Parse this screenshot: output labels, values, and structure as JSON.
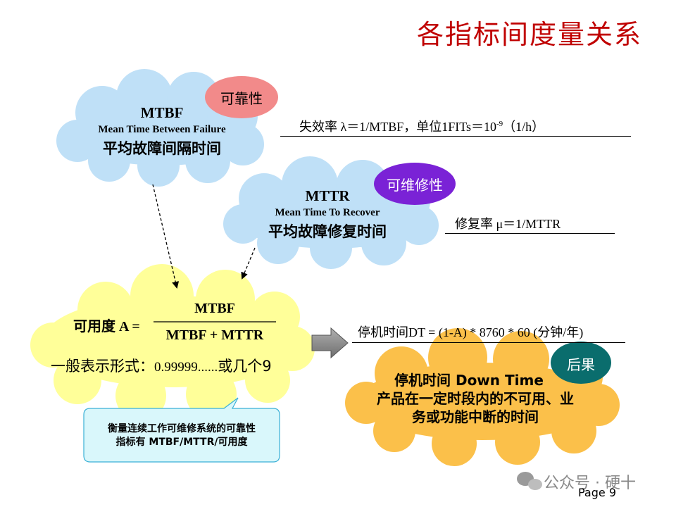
{
  "title": "各指标间度量关系",
  "mtbf": {
    "badge": "可靠性",
    "abbr": "MTBF",
    "english": "Mean Time Between Failure",
    "chinese": "平均故障间隔时间"
  },
  "mttr": {
    "badge": "可维修性",
    "abbr": "MTTR",
    "english": "Mean Time To Recover",
    "chinese": "平均故障修复时间"
  },
  "failure_rate": {
    "prefix": "失效率 λ＝1/MTBF，单位1FITs＝10",
    "exponent": "-9",
    "suffix": "（1/h）"
  },
  "repair_rate": "修复率 μ＝1/MTTR",
  "availability": {
    "label": "可用度 A =",
    "numerator": "MTBF",
    "denominator": "MTBF + MTTR",
    "form_prefix": "一般表示形式：",
    "form_value": "0.99999......",
    "form_suffix": "或几个9"
  },
  "note": {
    "line1": "衡量连续工作可维修系统的可靠性",
    "line2": "指标有 MTBF/MTTR/可用度"
  },
  "downtime_formula": "停机时间DT = (1-A) * 8760 * 60 (分钟/年)",
  "consequence": {
    "badge": "后果",
    "title": "停机时间 Down Time",
    "line1": "产品在一定时段内的不可用、业",
    "line2": "务或功能中断的时间"
  },
  "watermark": "公众号 · 硬十",
  "page": "Page 9",
  "colors": {
    "title": "#c00000",
    "cloud_blue": "#bfe0f7",
    "cloud_yellow": "#ffff99",
    "cloud_orange": "#fbc04a",
    "badge_pink": "#f28a8a",
    "badge_purple": "#7a22d6",
    "badge_teal": "#0a6d6d",
    "note_box": "#d9f7fb",
    "arrow_gray": "#8c8c8c"
  }
}
